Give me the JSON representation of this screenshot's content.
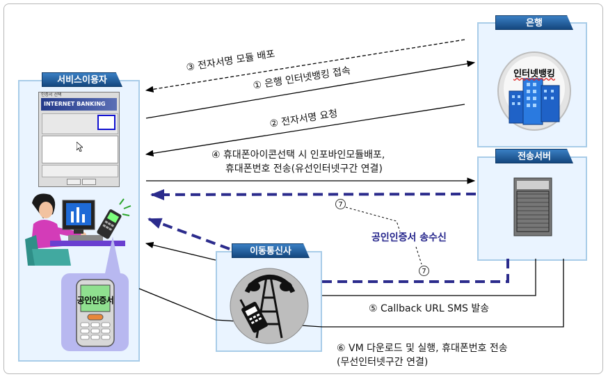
{
  "colors": {
    "panel_bg": "#eaf4ff",
    "panel_border": "#a8cce8",
    "tab_bg": "#1e5799",
    "dashed_blue": "#2b2b8c",
    "arrow_black": "#000000"
  },
  "boxes": {
    "user": {
      "label": "서비스이용자"
    },
    "bank": {
      "label": "은행",
      "building_text": "인터넷뱅킹"
    },
    "server": {
      "label": "전송서버"
    },
    "carrier": {
      "label": "이동통신사"
    }
  },
  "phone": {
    "label": "공인인증서"
  },
  "screen": {
    "title": "INTERNET BANKING",
    "window_title": "인증서 선택"
  },
  "steps": {
    "s1": "① 은행 인터넷뱅킹 접속",
    "s2": "② 전자서명 요청",
    "s3": "③ 전자서명 모듈 배포",
    "s4_line1": "④ 휴대폰아이콘선택 시 인포바인모듈배포,",
    "s4_line2": "휴대폰번호 전송(유선인터넷구간 연결)",
    "s5": "⑤ Callback URL SMS 발송",
    "s6_line1": "⑥ VM 다운로드 및 실행, 휴대폰번호 전송",
    "s6_line2": "(무선인터넷구간 연결)",
    "s7_label": "공인인증서 송수신",
    "s7_mark": "7"
  },
  "icons": [
    "bank-building-icon",
    "server-rack-icon",
    "antenna-tower-icon",
    "person-at-computer-icon",
    "mobile-phone-icon",
    "cursor-icon"
  ]
}
